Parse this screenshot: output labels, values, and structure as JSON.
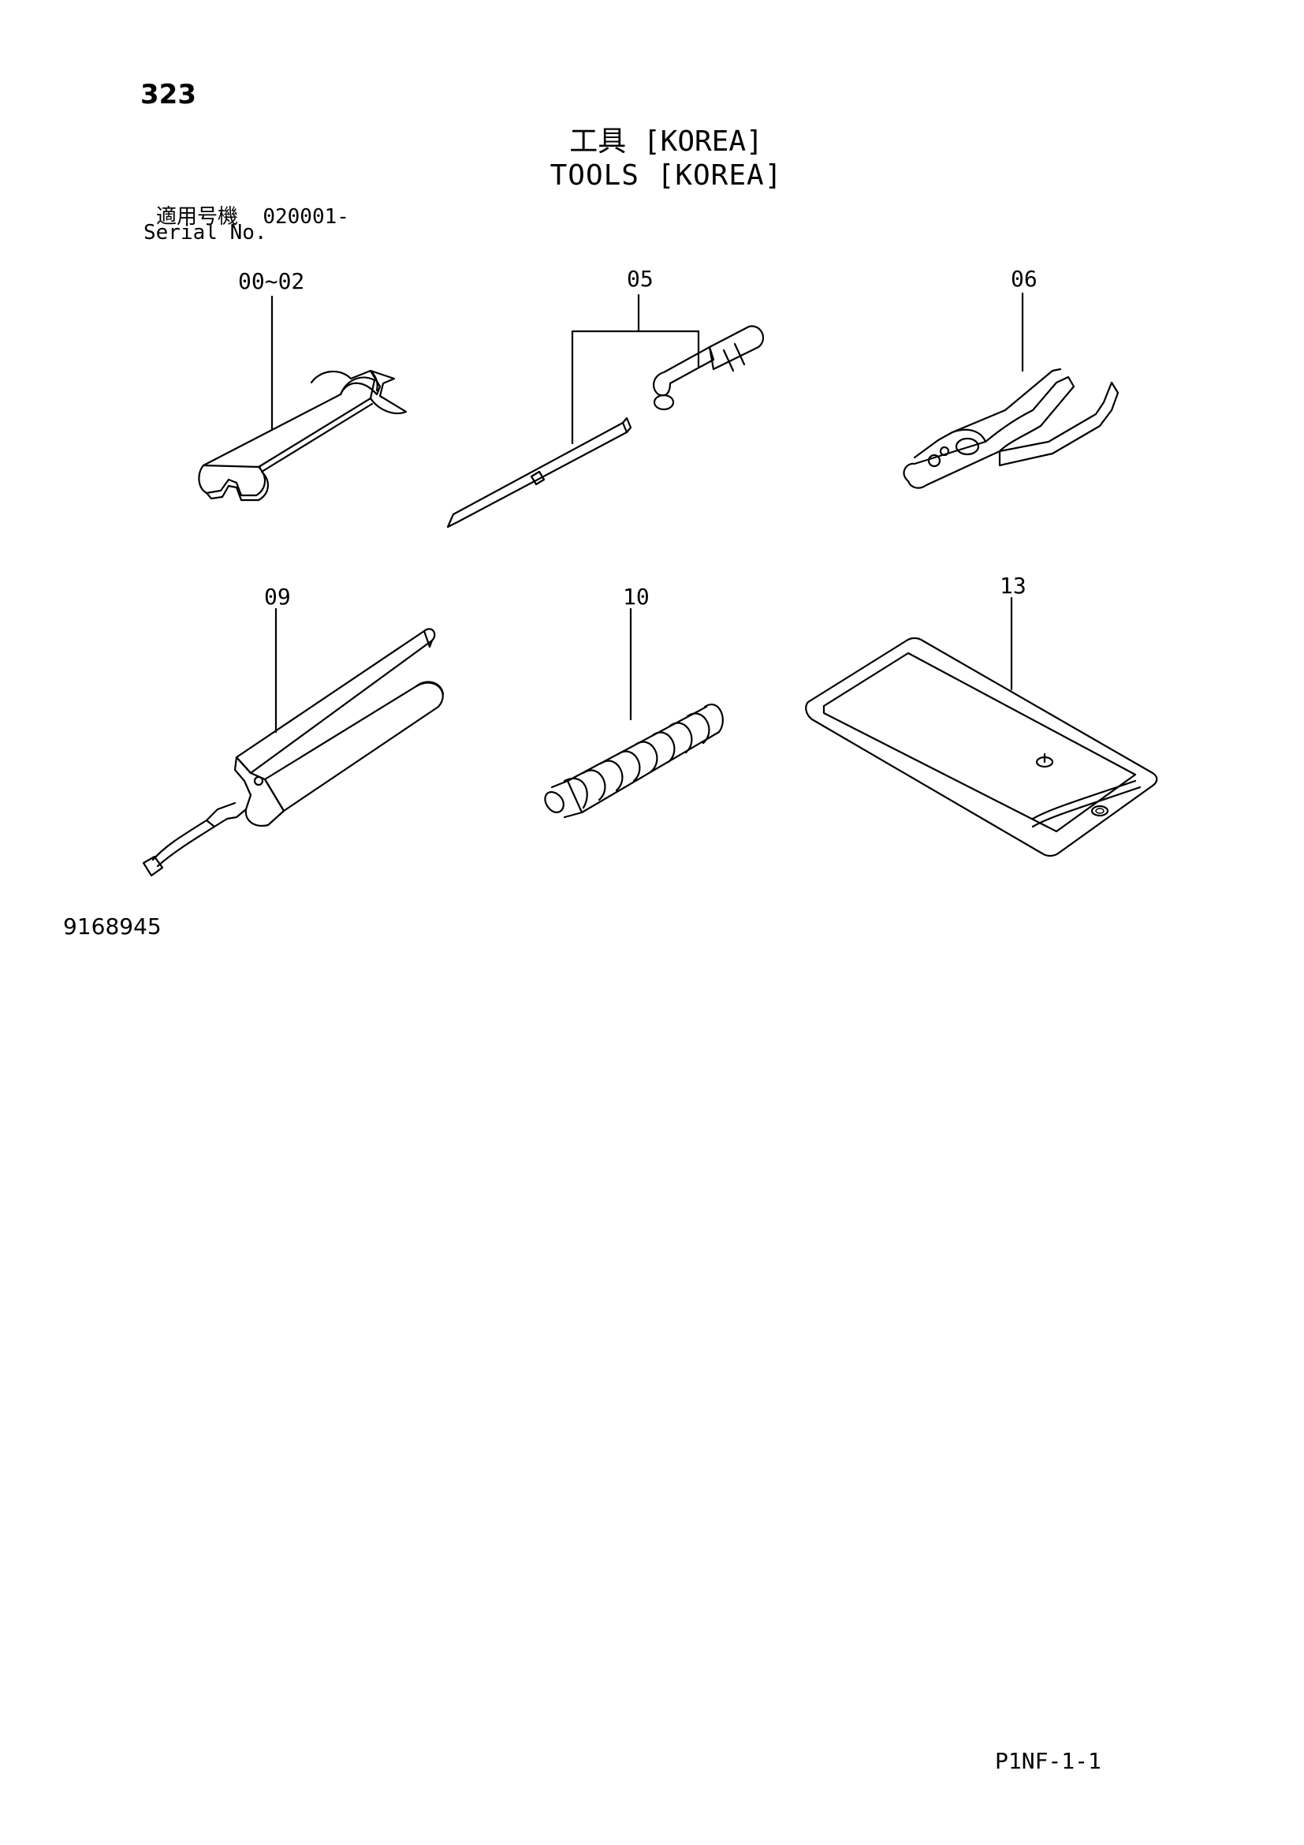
{
  "page": {
    "number": "323",
    "title_ja": "工具 [KOREA]",
    "title_en": "TOOLS [KOREA]",
    "serial_label_ja": "適用号機",
    "serial_value": "020001-",
    "serial_label_en": "Serial No.",
    "diagram_id": "9168945",
    "page_code": "P1NF-1-1"
  },
  "parts": [
    {
      "ref": "00~02",
      "icon": "wrench-icon"
    },
    {
      "ref": "05",
      "icon": "screwdriver-icon"
    },
    {
      "ref": "06",
      "icon": "pliers-icon"
    },
    {
      "ref": "09",
      "icon": "grease-gun-icon"
    },
    {
      "ref": "10",
      "icon": "grease-nozzle-icon"
    },
    {
      "ref": "13",
      "icon": "tool-bag-icon"
    }
  ]
}
